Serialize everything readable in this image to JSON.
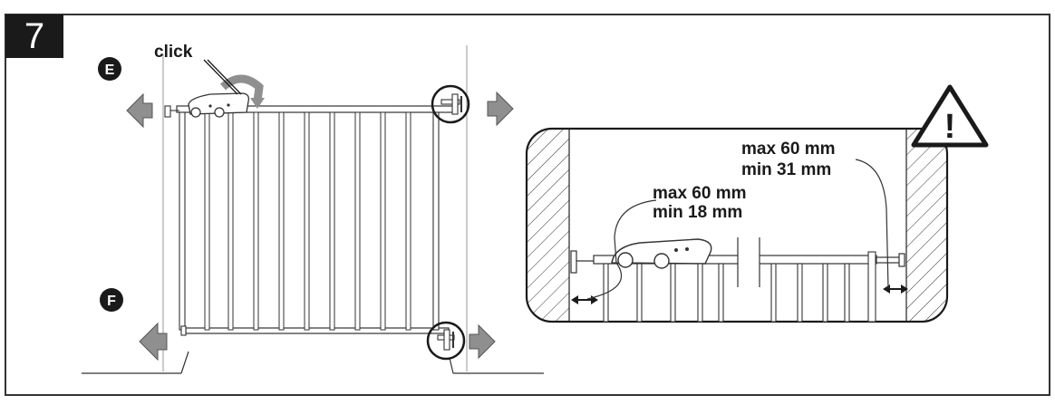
{
  "step_number": "7",
  "click_label": "click",
  "badges": {
    "top": "E",
    "bottom": "F"
  },
  "warning_symbol": "!",
  "measurements": {
    "right": {
      "max": "max 60 mm",
      "min": "min 31 mm"
    },
    "left": {
      "max": "max 60 mm",
      "min": "min 18 mm"
    }
  },
  "colors": {
    "ink": "#1a1a1a",
    "arrow_gray": "#8f8f8f",
    "frame_border": "#333333"
  },
  "icons": [
    "outward-arrow-icon",
    "double-arrow-icon",
    "warning-triangle-icon",
    "curved-arrow-icon"
  ]
}
